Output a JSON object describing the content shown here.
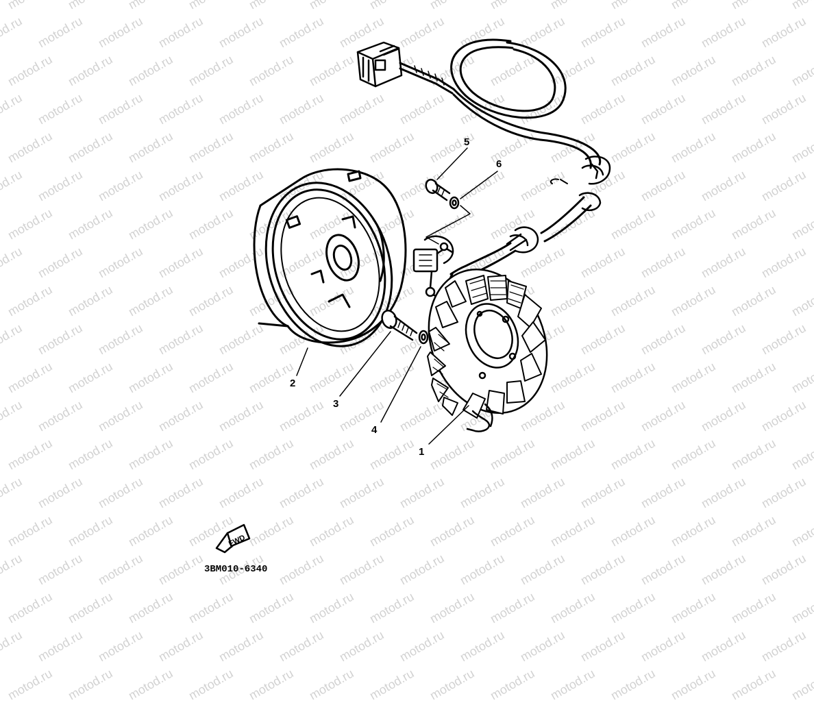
{
  "watermark": {
    "text": "motod.ru"
  },
  "callouts": [
    {
      "num": "1",
      "part": "stator"
    },
    {
      "num": "2",
      "part": "rotor"
    },
    {
      "num": "3",
      "part": "bolt"
    },
    {
      "num": "4",
      "part": "washer"
    },
    {
      "num": "5",
      "part": "screw"
    },
    {
      "num": "6",
      "part": "washer"
    }
  ],
  "front_arrow": {
    "label": "FWD"
  },
  "diagram_code": "3BM010-6340",
  "colors": {
    "ink": "#000000",
    "watermark": "#d2d2d2",
    "paper": "#ffffff"
  }
}
